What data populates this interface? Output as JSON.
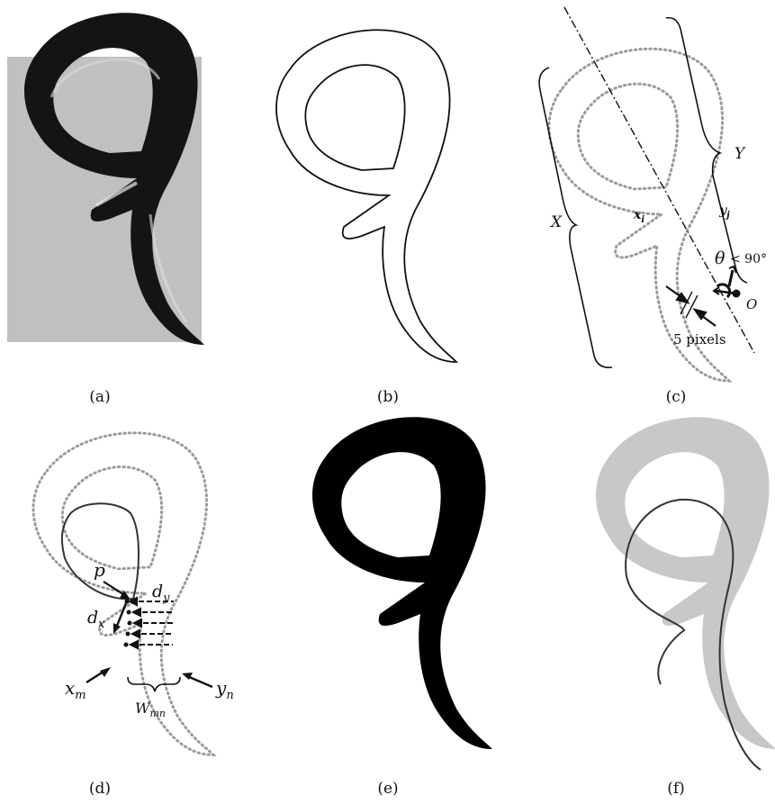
{
  "panels": [
    {
      "id": "a",
      "caption": "(a)"
    },
    {
      "id": "b",
      "caption": "(b)"
    },
    {
      "id": "c",
      "caption": "(c)",
      "labels": {
        "X": "X",
        "Y": "Y",
        "xi_base": "x",
        "xi_sub": "i",
        "yj_base": "y",
        "yj_sub": "j",
        "theta": "θ",
        "angle_text": "< 90°",
        "origin": "O",
        "pixels": "5 pixels"
      }
    },
    {
      "id": "d",
      "caption": "(d)",
      "labels": {
        "p": "p",
        "dy_base": "d",
        "dy_sub": "y",
        "dx_base": "d",
        "dx_sub": "x",
        "xm_base": "x",
        "xm_sub": "m",
        "yn_base": "y",
        "yn_sub": "n",
        "wmn_base": "W",
        "wmn_sub": "mn"
      }
    },
    {
      "id": "e",
      "caption": "(e)"
    },
    {
      "id": "f",
      "caption": "(f)"
    }
  ],
  "colors": {
    "background_gray": "#c0c0c0",
    "fill_light_gray": "#c8c8c8",
    "ink": "#111111",
    "dotted": "#9a9a9a"
  }
}
